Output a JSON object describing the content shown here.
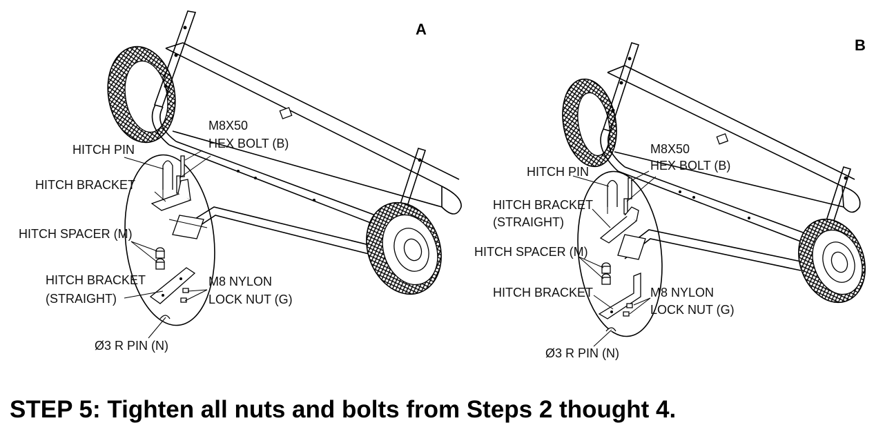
{
  "panels": {
    "a": {
      "label": "A",
      "callouts": {
        "bolt_line1": "M8X50",
        "bolt_line2": "HEX BOLT (B)",
        "hitch_pin": "HITCH PIN",
        "hitch_bracket_top": "HITCH BRACKET",
        "hitch_spacer": "HITCH SPACER (M)",
        "hitch_bracket_straight_line1": "HITCH BRACKET",
        "hitch_bracket_straight_line2": "(STRAIGHT)",
        "lock_nut_line1": "M8 NYLON",
        "lock_nut_line2": "LOCK NUT (G)",
        "r_pin": "Ø3 R PIN (N)"
      }
    },
    "b": {
      "label": "B",
      "callouts": {
        "bolt_line1": "M8X50",
        "bolt_line2": "HEX BOLT (B)",
        "hitch_pin": "HITCH PIN",
        "hitch_bracket_straight_line1": "HITCH BRACKET",
        "hitch_bracket_straight_line2": "(STRAIGHT)",
        "hitch_spacer": "HITCH SPACER (M)",
        "hitch_bracket_bottom": "HITCH BRACKET",
        "lock_nut_line1": "M8 NYLON",
        "lock_nut_line2": "LOCK NUT (G)",
        "r_pin": "Ø3 R PIN (N)"
      }
    }
  },
  "step_text": "STEP 5: Tighten all nuts and bolts from Steps 2 thought 4."
}
